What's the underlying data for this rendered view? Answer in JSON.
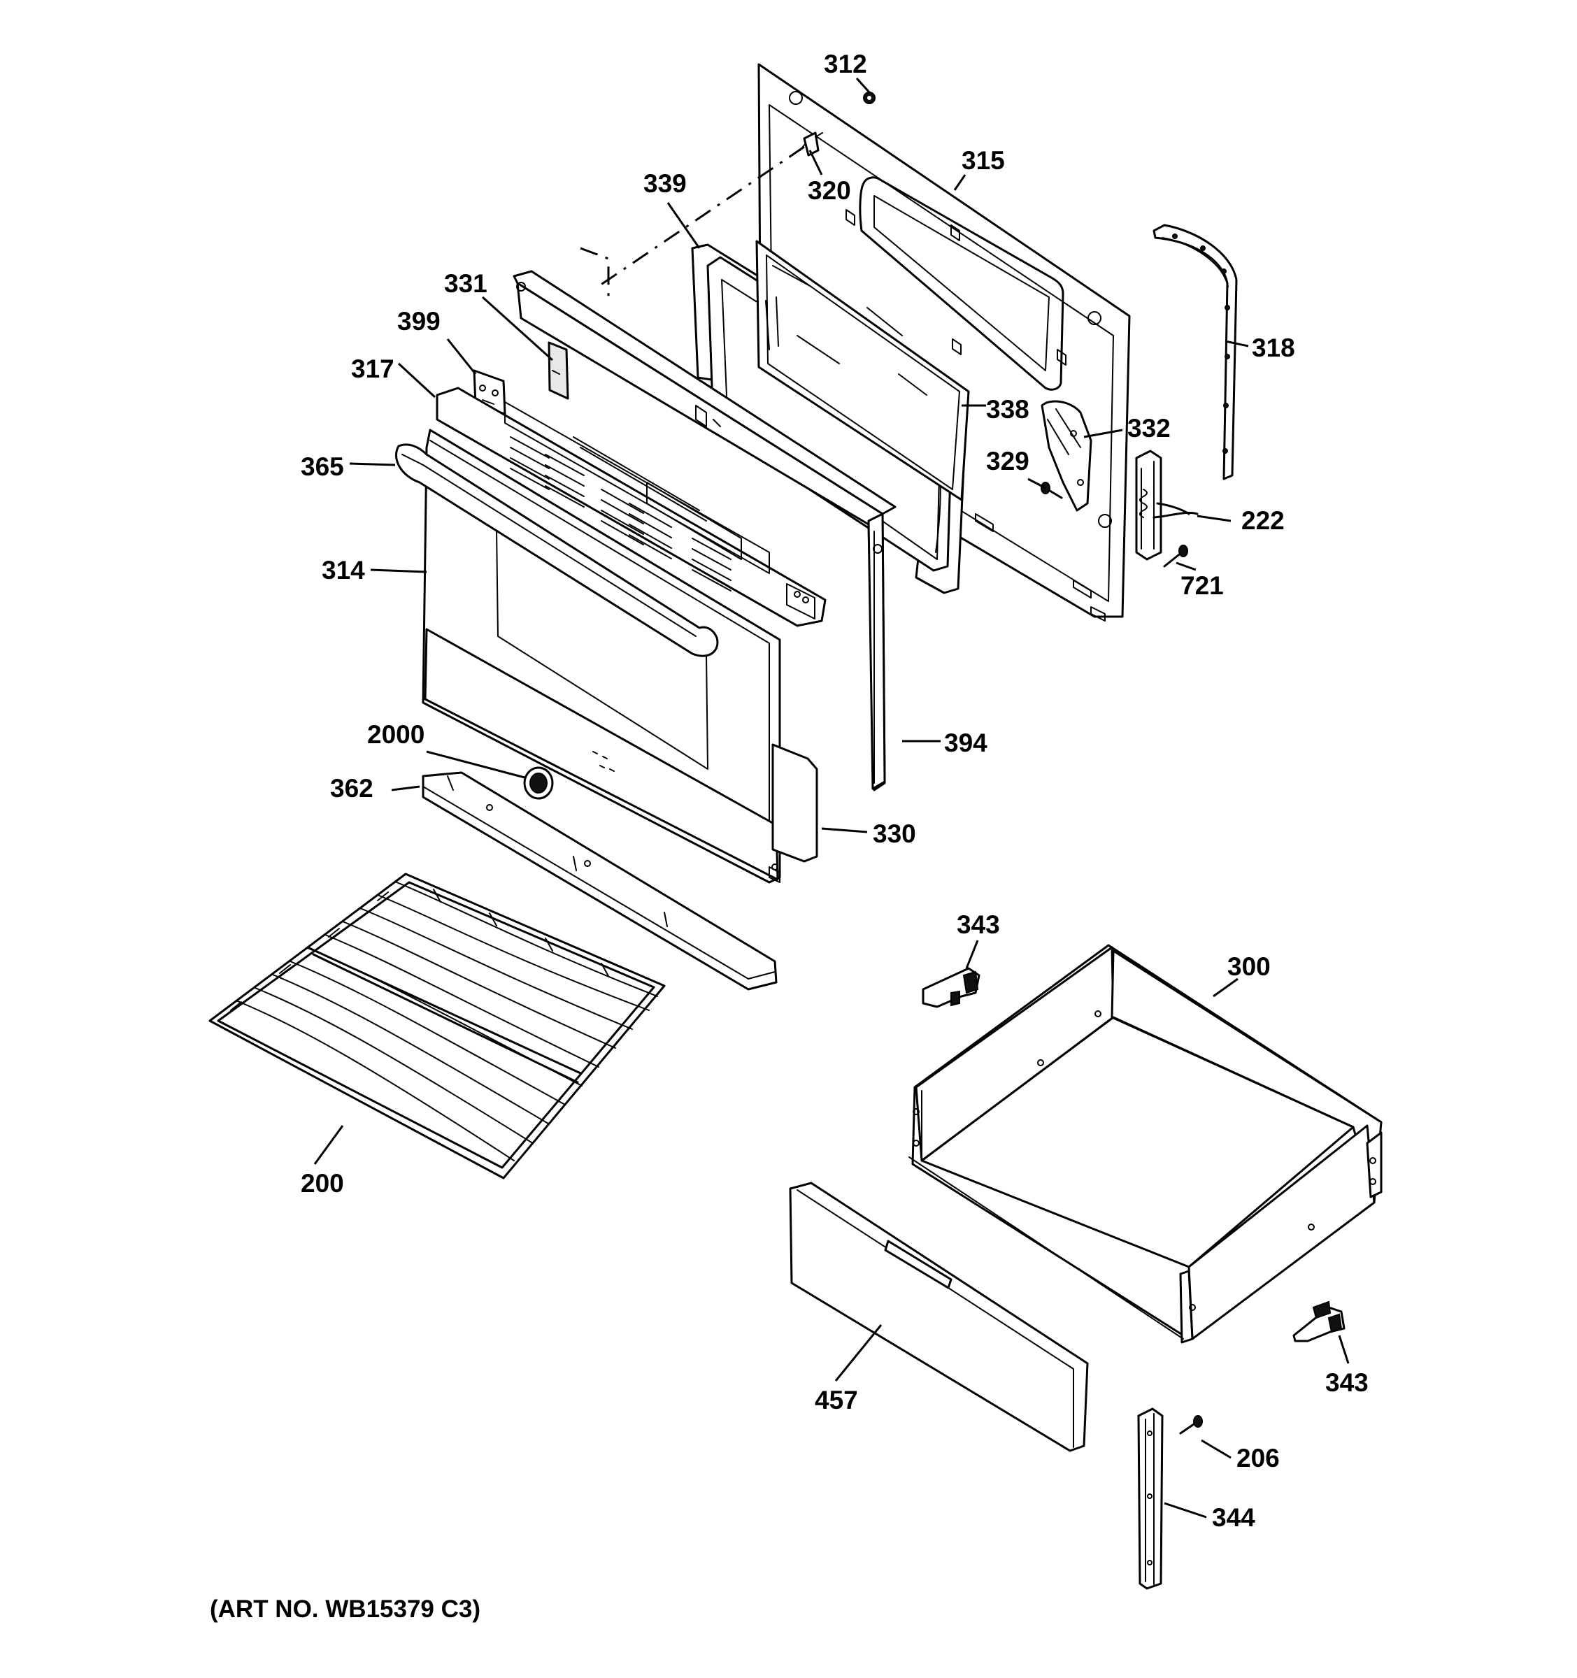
{
  "callouts": {
    "c312": "312",
    "c320": "320",
    "c315": "315",
    "c339": "339",
    "c331": "331",
    "c399": "399",
    "c317": "317",
    "c365": "365",
    "c314": "314",
    "c318": "318",
    "c338": "338",
    "c332": "332",
    "c329": "329",
    "c222": "222",
    "c721": "721",
    "c394": "394",
    "c2000": "2000",
    "c362": "362",
    "c330": "330",
    "c343_top": "343",
    "c300": "300",
    "c200": "200",
    "c457": "457",
    "c343_bottom": "343",
    "c206": "206",
    "c344": "344"
  },
  "art_number": "(ART NO. WB15379 C3)"
}
